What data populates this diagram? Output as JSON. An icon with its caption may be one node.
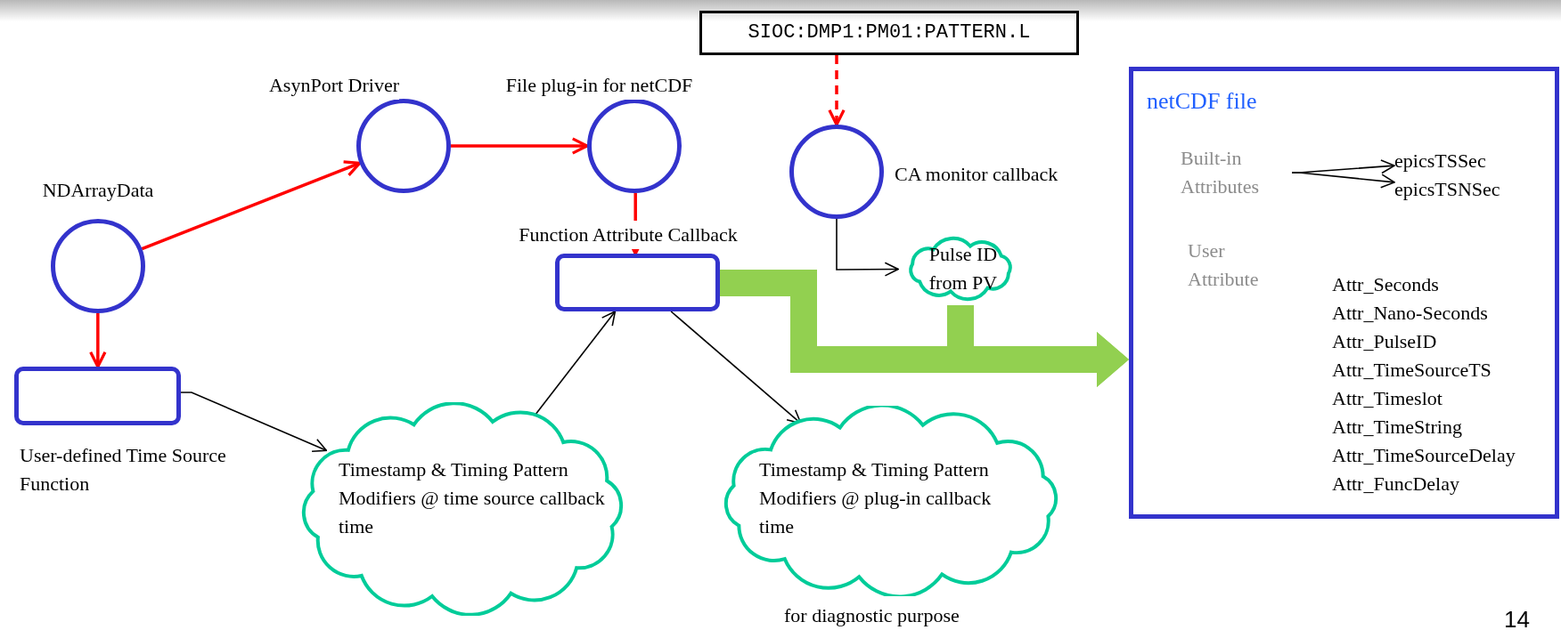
{
  "diagram": {
    "nodes": [
      {
        "text": [
          "NDArrayData"
        ]
      },
      {
        "text": [
          "AsynPort Driver"
        ]
      },
      {
        "text": [
          "File plug-in for netCDF"
        ]
      },
      {
        "text": [
          "SIOC:DMP1:PM01:PATTERN.L"
        ]
      },
      {
        "text": [
          "CA monitor callback"
        ]
      },
      {
        "text": [
          "Function Attribute Callback"
        ]
      },
      {
        "text": [
          "Pulse ID from PV"
        ]
      },
      {
        "text": [],
        "shape": "box",
        "beside": [
          "User-defined Time Source Function"
        ]
      },
      {
        "text": [
          "Timestamp & Timing Pattern Modifiers @ time source callback time"
        ]
      },
      {
        "text": [
          "Timestamp & Timing Pattern Modifiers @ plug-in callback time"
        ],
        "beside": [
          "for diagnostic purpose"
        ]
      },
      {
        "text": [
          "netCDF file"
        ]
      },
      {
        "text": [
          "Built-in Attributes"
        ],
        "in": 10
      },
      {
        "text": [
          "epicsTSSec"
        ],
        "in": 10
      },
      {
        "text": [
          "epicsTSNSec"
        ],
        "in": 10
      }
    ],
    "edges": [
      {
        "from": 0,
        "to": 1,
        "arrow": "to",
        "color": "#ff0000"
      },
      {
        "from": 1,
        "to": 2,
        "arrow": "to",
        "color": "#ff0000"
      },
      {
        "from": 2,
        "to": 5,
        "arrow": "to",
        "color": "#ff0000"
      },
      {
        "from": 0,
        "to": 7,
        "arrow": "to",
        "color": "#ff0000"
      },
      {
        "from": 3,
        "to": 4,
        "arrow": "to",
        "style": "dashed",
        "color": "#ff0000"
      },
      {
        "from": 4,
        "to": 6,
        "arrow": "to"
      },
      {
        "from": 7,
        "to": 8,
        "arrow": "to"
      },
      {
        "from": 8,
        "to": 5,
        "arrow": "to"
      },
      {
        "from": 5,
        "to": 9,
        "arrow": "to"
      },
      {
        "from": 5,
        "to": 10,
        "arrow": "to",
        "style": "thick",
        "color": "#92d050"
      },
      {
        "from": 6,
        "to": 10,
        "arrow": "to",
        "style": "thick",
        "color": "#92d050"
      },
      {
        "from": 11,
        "to": 12,
        "arrow": "to"
      },
      {
        "from": 11,
        "to": 13,
        "arrow": "to"
      }
    ],
    "labels": [
      "User Attribute",
      "Attr_Seconds",
      "Attr_Nano-Seconds",
      "Attr_PulseID",
      "Attr_TimeSourceTS",
      "Attr_Timeslot",
      "Attr_TimeString",
      "Attr_TimeSourceDelay",
      "Attr_FuncDelay",
      "14"
    ]
  }
}
